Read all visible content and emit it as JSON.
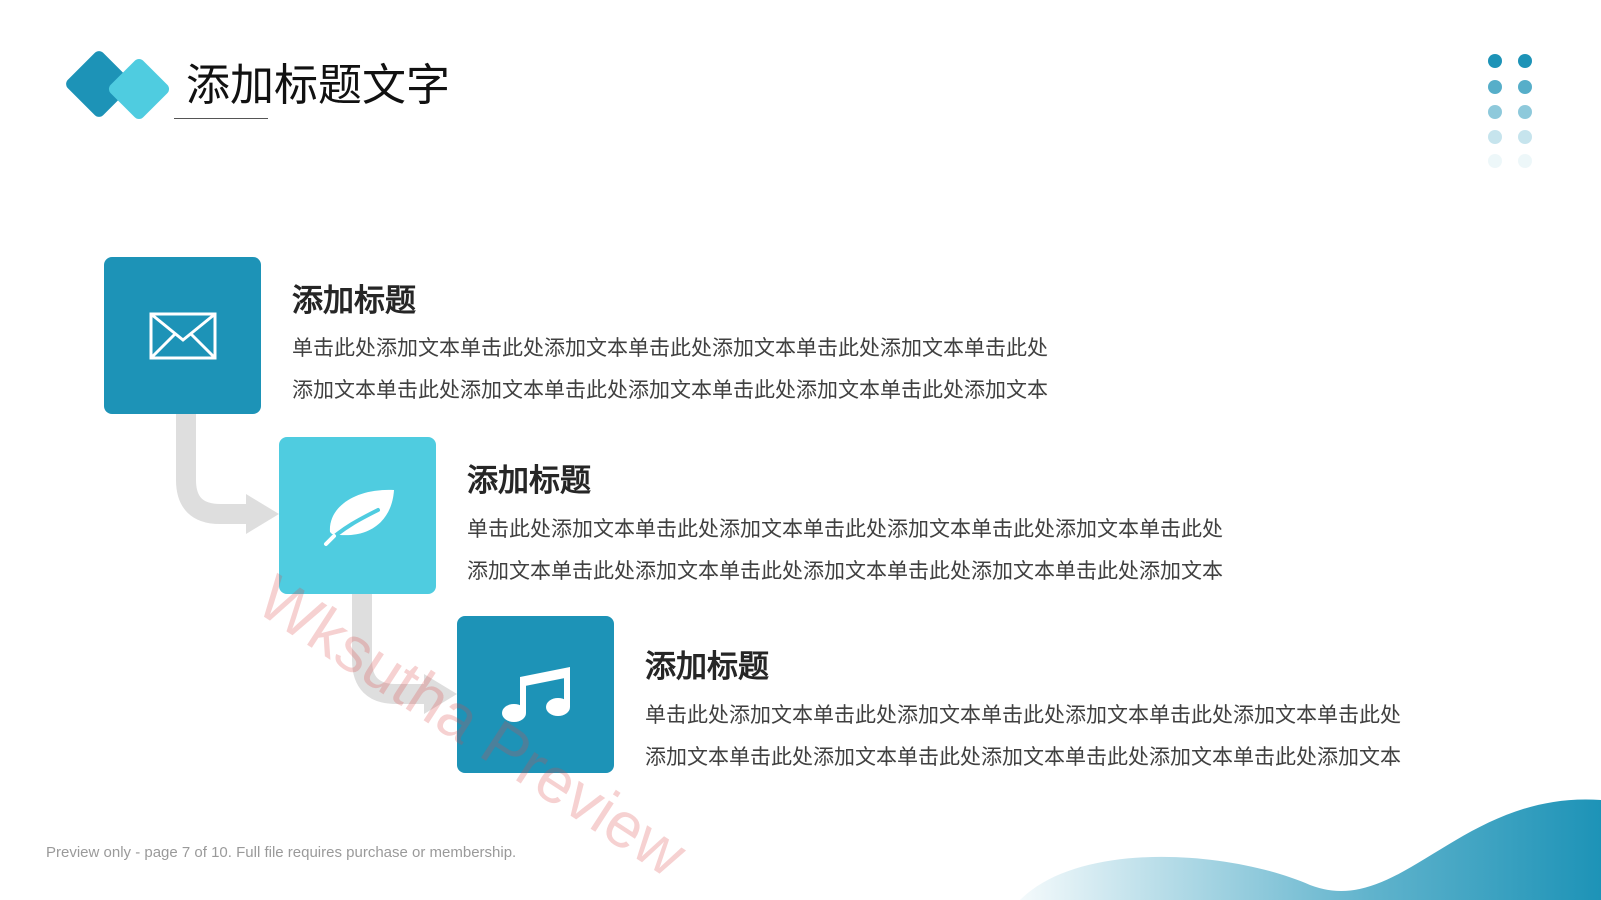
{
  "header": {
    "title": "添加标题文字"
  },
  "items": [
    {
      "icon": "envelope-icon",
      "title": "添加标题",
      "line1": "单击此处添加文本单击此处添加文本单击此处添加文本单击此处添加文本单击此处",
      "line2": "添加文本单击此处添加文本单击此处添加文本单击此处添加文本单击此处添加文本"
    },
    {
      "icon": "leaf-icon",
      "title": "添加标题",
      "line1": "单击此处添加文本单击此处添加文本单击此处添加文本单击此处添加文本单击此处",
      "line2": "添加文本单击此处添加文本单击此处添加文本单击此处添加文本单击此处添加文本"
    },
    {
      "icon": "music-note-icon",
      "title": "添加标题",
      "line1": "单击此处添加文本单击此处添加文本单击此处添加文本单击此处添加文本单击此处",
      "line2": "添加文本单击此处添加文本单击此处添加文本单击此处添加文本单击此处添加文本"
    }
  ],
  "watermark": "Wksutha Preview",
  "footer": {
    "note": "Preview only - page 7 of 10. Full file requires purchase or membership."
  },
  "colors": {
    "primary": "#1d93b7",
    "secondary": "#4fcce0",
    "connector": "#dedede"
  }
}
